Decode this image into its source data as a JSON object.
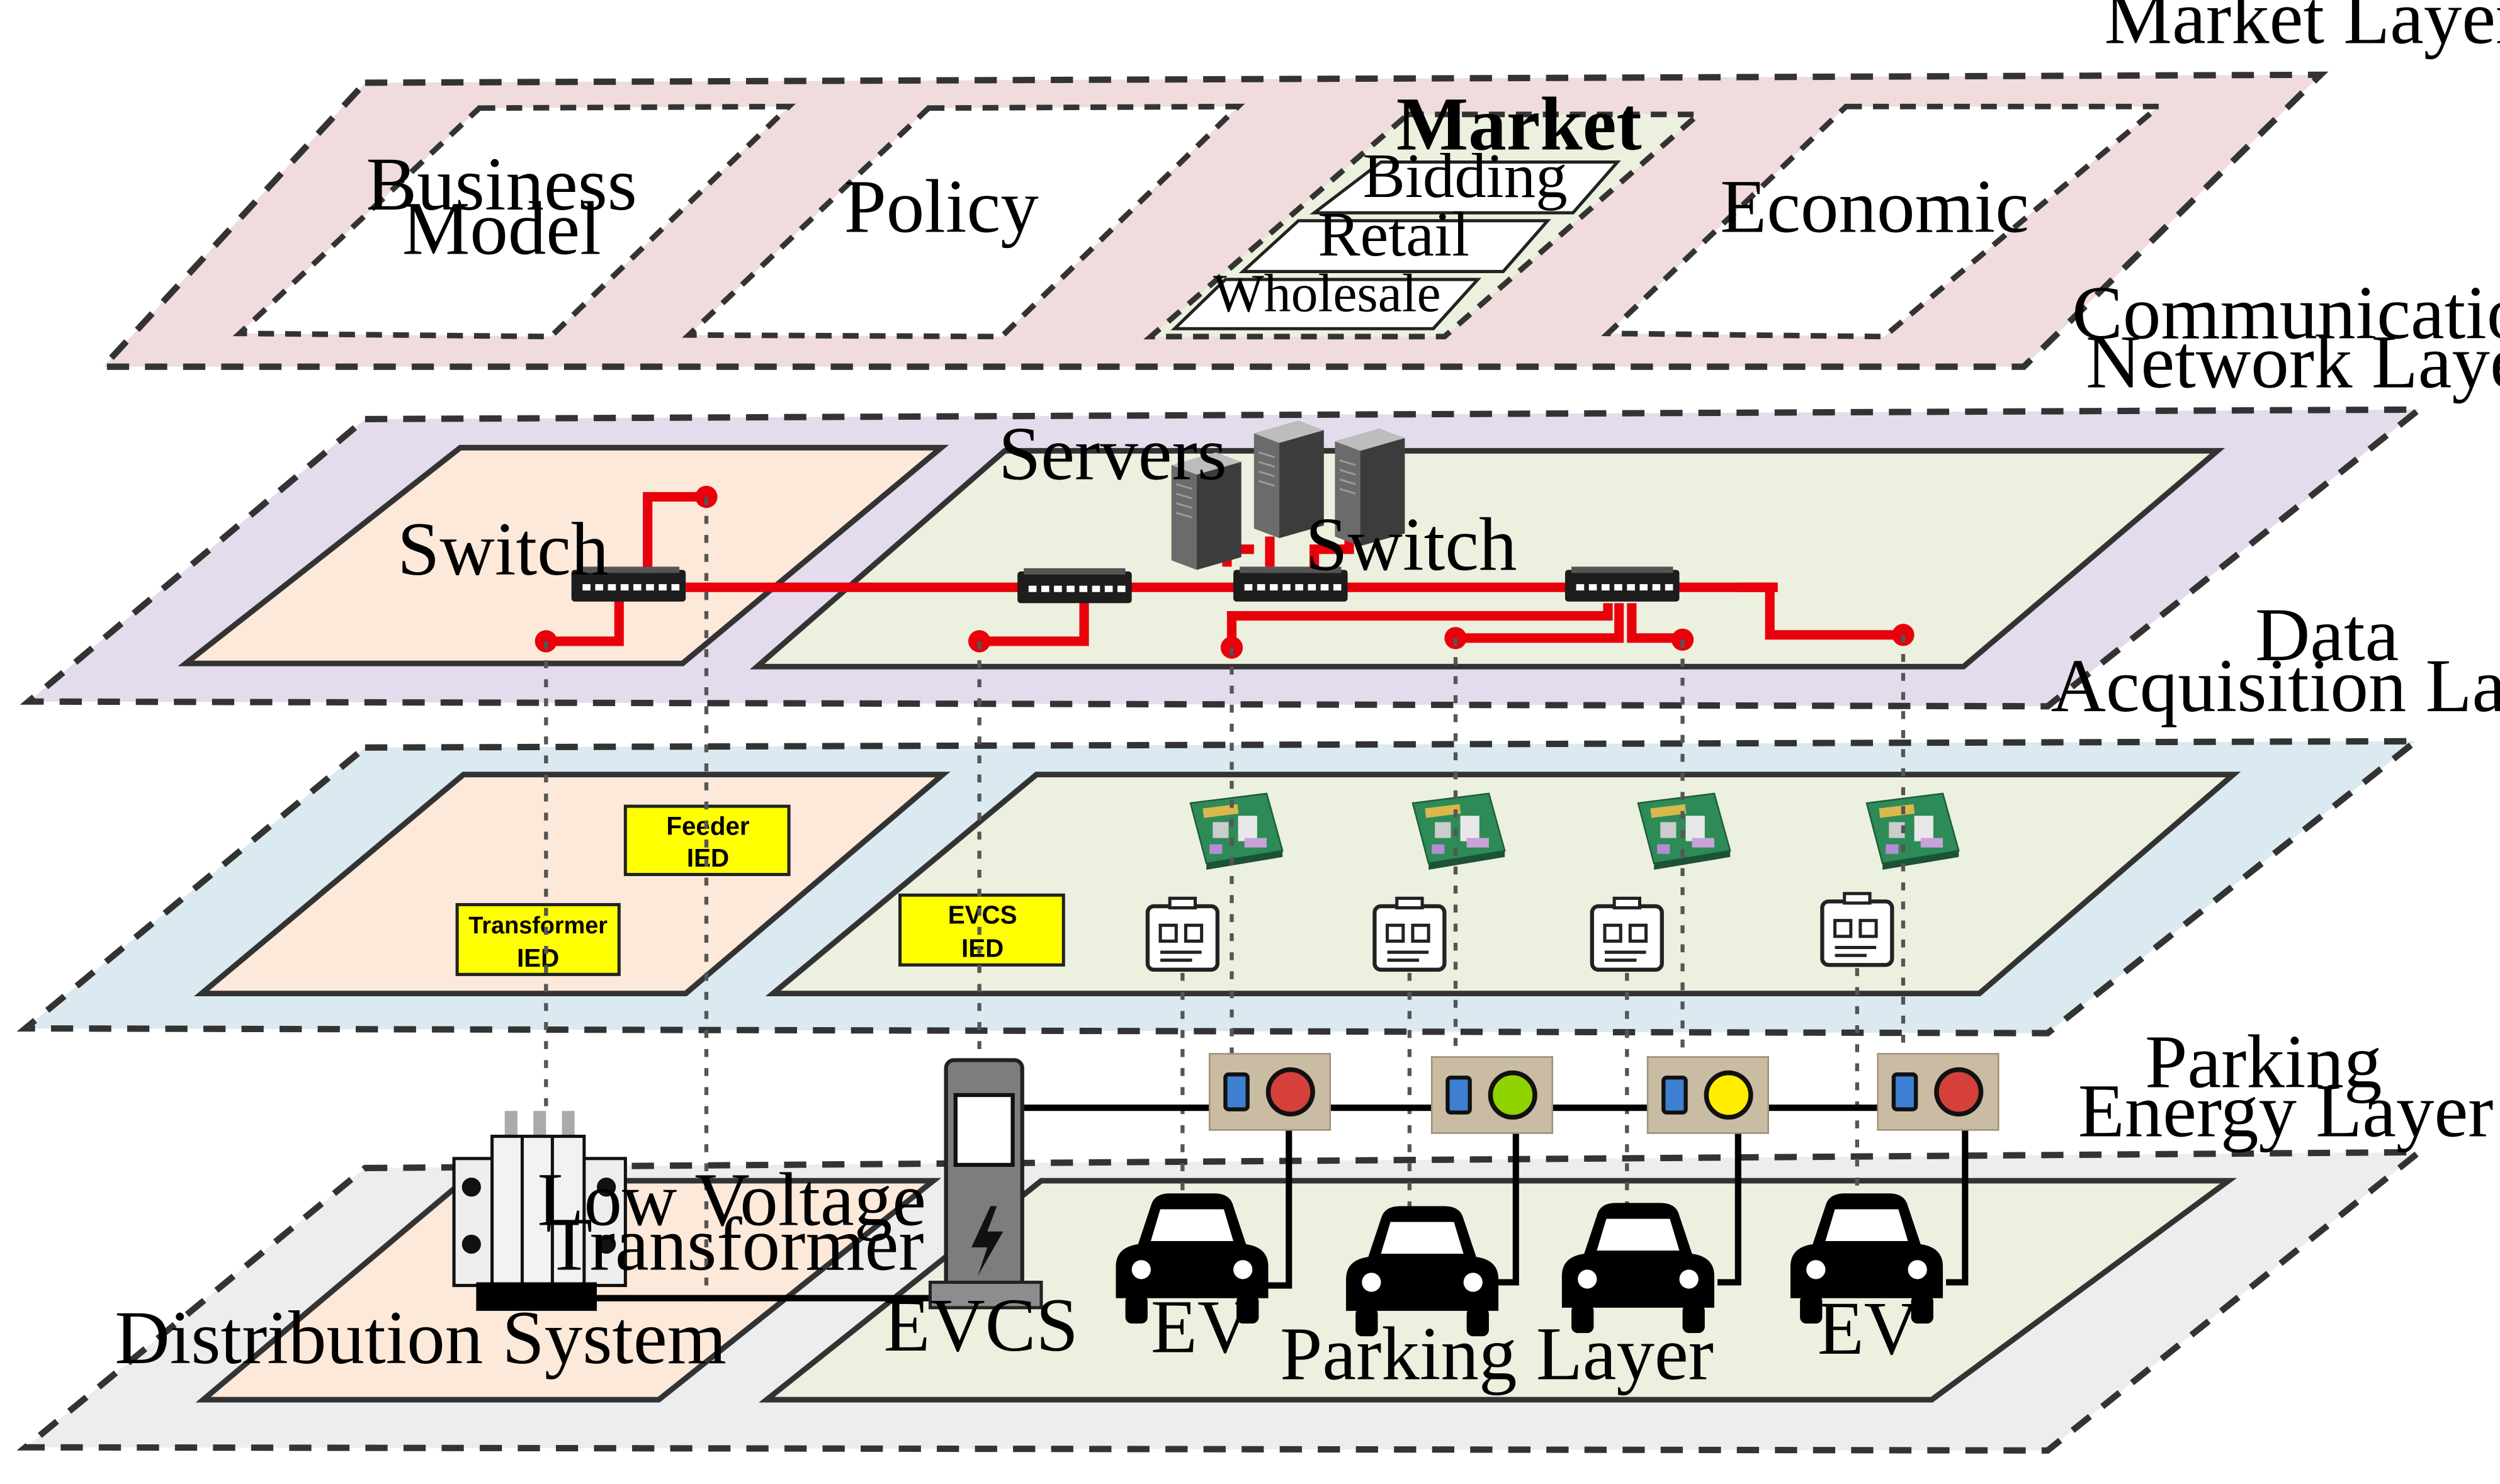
{
  "layers": {
    "market": "Market Layer",
    "communication": [
      "Communication",
      "Network Layer"
    ],
    "data": [
      "Data",
      "Acquisition Layer"
    ],
    "parking_energy": [
      "Parking",
      "Energy Layer"
    ]
  },
  "market": {
    "business_model": [
      "Business",
      "Model"
    ],
    "policy": "Policy",
    "market_title": "Market",
    "bidding": "Bidding",
    "retail": "Retail",
    "wholesale": "Wholesale",
    "economic": "Economic"
  },
  "communication": {
    "switch_left": "Switch",
    "servers": "Servers",
    "switch_right": "Switch"
  },
  "data_acquisition": {
    "feeder_ied": [
      "Feeder",
      "IED"
    ],
    "transformer_ied": [
      "Transformer",
      "IED"
    ],
    "evcs_ied": [
      "EVCS",
      "IED"
    ]
  },
  "parking": {
    "transformer": [
      "Low Voltage",
      "Transformer"
    ],
    "distribution_system": "Distribution System",
    "evcs": "EVCS",
    "ev_left": "EV",
    "parking_layer": "Parking Layer",
    "ev_right": "EV"
  },
  "colors": {
    "market_layer": "#f0dcdc",
    "communication_layer": "#e4dcec",
    "data_layer": "#dbeaf1",
    "parking_layer": "#ededed",
    "left_panel": "#fde9d9",
    "right_panel": "#ebf1de",
    "ied_box": "#ffff00",
    "network_line": "#e8000b",
    "charger_box": "#c9bca2",
    "status_red": "#d6403a",
    "status_green": "#8fd400",
    "status_yellow": "#ffee00",
    "status_blue": "#3d7fd1"
  }
}
